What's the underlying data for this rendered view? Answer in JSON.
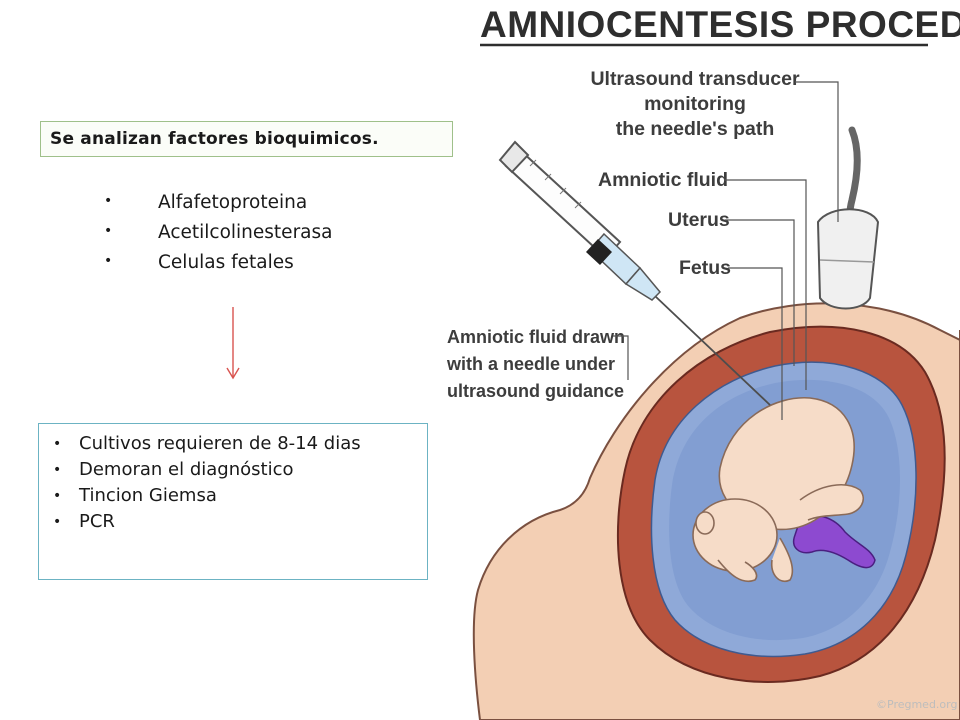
{
  "left": {
    "title_box": "Se analizan factores bioquimicos.",
    "list_items": [
      "Alfafetoproteina",
      "Acetilcolinesterasa",
      "Celulas fetales"
    ],
    "bottom_items": [
      "Cultivos requieren de 8-14 dias",
      "Demoran el diagnóstico",
      "Tincion Giemsa",
      "PCR"
    ],
    "bullet": "•",
    "arrow_color": "#d9534f"
  },
  "diagram": {
    "heading": "AMNIOCENTESIS PROCEDURE",
    "label_transducer": [
      "Ultrasound transducer",
      "monitoring",
      "the needle's path"
    ],
    "label_amniotic_fluid": "Amniotic fluid",
    "label_uterus": "Uterus",
    "label_fetus": "Fetus",
    "label_drawn": [
      "Amniotic fluid drawn",
      "with a needle under",
      "ultrasound guidance"
    ],
    "copyright": "©Pregmed.org",
    "colors": {
      "skin": "#f3cfb4",
      "uterus": "#b8543e",
      "fluid": "#8fa9d8",
      "fetus": "#f6dcc8",
      "placenta": "#8d4ad0"
    }
  }
}
